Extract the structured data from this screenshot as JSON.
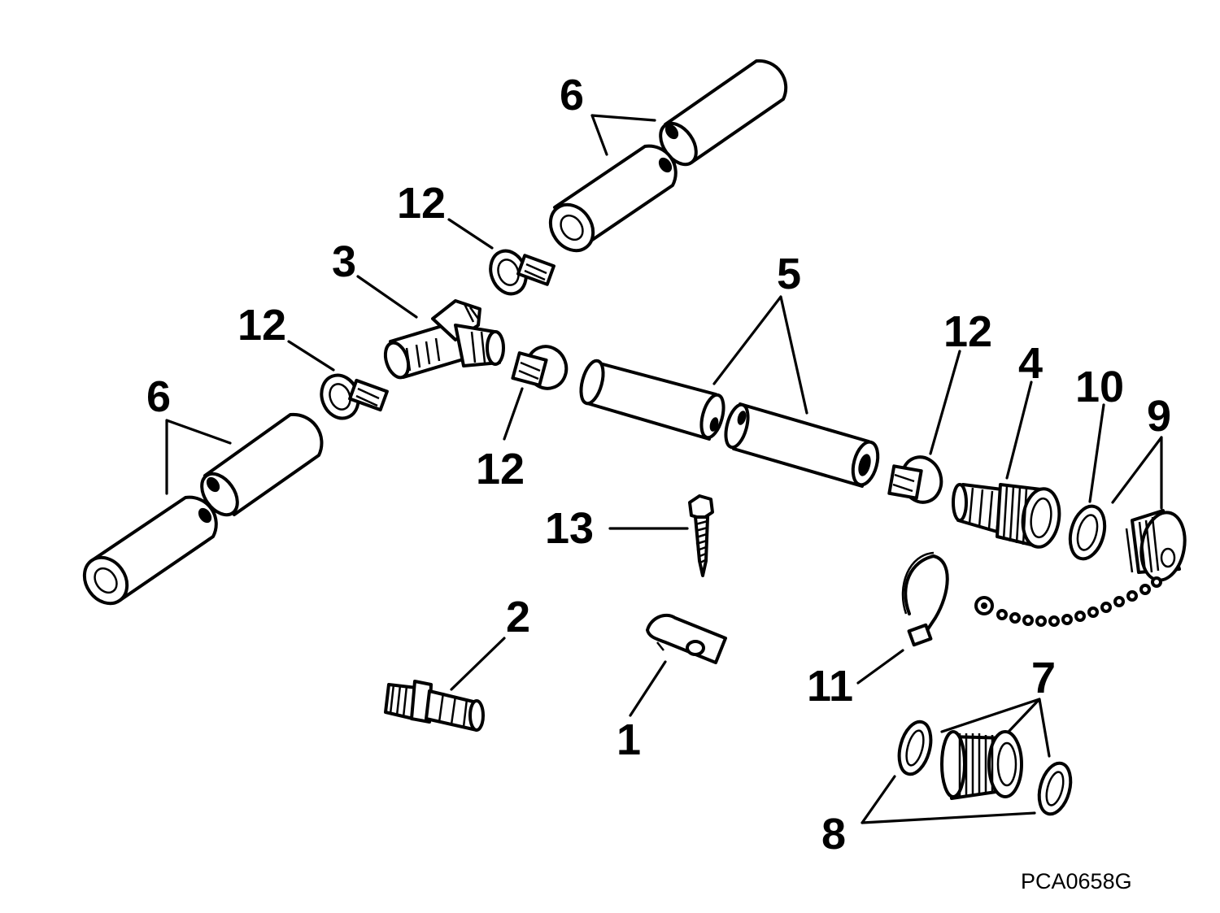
{
  "labels": {
    "l1": "1",
    "l2": "2",
    "l3": "3",
    "l4": "4",
    "l5": "5",
    "l6_top": "6",
    "l6_left": "6",
    "l7": "7",
    "l8": "8",
    "l9": "9",
    "l10": "10",
    "l11": "11",
    "l12_top": "12",
    "l12_left": "12",
    "l12_mid": "12",
    "l12_right": "12",
    "l13": "13"
  },
  "drawing_code": "PCA0658G"
}
